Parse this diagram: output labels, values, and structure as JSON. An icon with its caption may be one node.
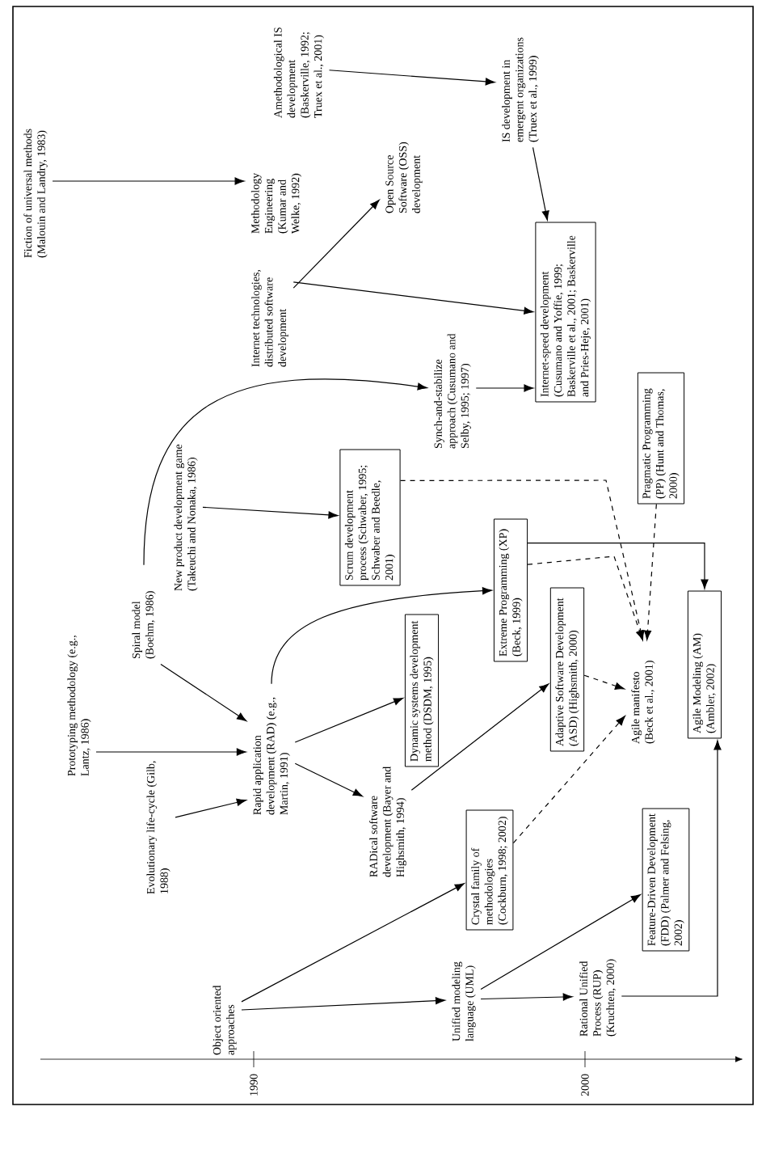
{
  "diagram": {
    "nodes": [
      {
        "text": [
          "Fiction of universal methods (Malouin and Landry, 1983)"
        ]
      },
      {
        "text": [
          "Methodology Engineering (Kumar and Welke, 1992)"
        ]
      },
      {
        "text": [
          "Amethodological IS development (Baskerville, 1992; Truex et al., 2001)"
        ]
      },
      {
        "text": [
          "IS development in emergent organizations (Truex et al., 1999)"
        ]
      },
      {
        "text": [
          "Internet technologies, distributed software development"
        ]
      },
      {
        "text": [
          "Open Source Software (OSS) development"
        ]
      },
      {
        "text": [
          "Internet-speed development (Cusumano and Yoffie, 1999; Baskerville et al., 2001; Baskerville and Pries-Heje, 2001)"
        ]
      },
      {
        "text": [
          "Synch-and-stabilize approach (Cusumano and Selby, 1995; 1997)"
        ]
      },
      {
        "text": [
          "Prototyping methodology (e.g., Lantz, 1986)"
        ]
      },
      {
        "text": [
          "Spiral model (Boehm, 1986)"
        ]
      },
      {
        "text": [
          "New product development game (Takeuchi and Nonaka, 1986)"
        ]
      },
      {
        "text": [
          "Evolutionary life-cycle (Gilb, 1988)"
        ]
      },
      {
        "text": [
          "Rapid application development (RAD) (e.g., Martin, 1991)"
        ]
      },
      {
        "text": [
          "Scrum development process (Schwaber, 1995; Schwaber and Beedle, 2001)"
        ]
      },
      {
        "text": [
          "Dynamic systems development method (DSDM, 1995)"
        ]
      },
      {
        "text": [
          "RADical software development (Bayer and Highsmith, 1994)"
        ]
      },
      {
        "text": [
          "Extreme Programming (XP) (Beck, 1999)"
        ]
      },
      {
        "text": [
          "Pragmatic Programming (PP) (Hunt and Thomas, 2000)"
        ]
      },
      {
        "text": [
          "Adaptive Software Development (ASD) (Highsmith, 2000)"
        ]
      },
      {
        "text": [
          "Agile manifesto (Beck et al., 2001)"
        ]
      },
      {
        "text": [
          "Object oriented approaches"
        ]
      },
      {
        "text": [
          "Unified modeling language (UML)"
        ]
      },
      {
        "text": [
          "Crystal family of methodologies (Cockburn, 1998; 2002)"
        ]
      },
      {
        "text": [
          "Rational Unified Process (RUP) (Kruchten, 2000)"
        ]
      },
      {
        "text": [
          "Feature-Driven Development (FDD) (Palmer and Felsing, 2002)"
        ]
      },
      {
        "text": [
          "Agile Modeling (AM) (Ambler, 2002)"
        ]
      }
    ],
    "edges": [
      {
        "from": 0,
        "to": 1,
        "arrow": "to"
      },
      {
        "from": 2,
        "to": 3,
        "arrow": "to"
      },
      {
        "from": 3,
        "to": 6,
        "arrow": "to"
      },
      {
        "from": 4,
        "to": 5,
        "arrow": "to"
      },
      {
        "from": 4,
        "to": 6,
        "arrow": "to"
      },
      {
        "from": 7,
        "to": 6,
        "arrow": "to"
      },
      {
        "from": 8,
        "to": 12,
        "arrow": "to"
      },
      {
        "from": 9,
        "to": 12,
        "arrow": "to"
      },
      {
        "from": 11,
        "to": 12,
        "arrow": "to"
      },
      {
        "from": 9,
        "to": 7,
        "arrow": "to"
      },
      {
        "from": 10,
        "to": 13,
        "arrow": "to"
      },
      {
        "from": 12,
        "to": 14,
        "arrow": "to"
      },
      {
        "from": 12,
        "to": 15,
        "arrow": "to"
      },
      {
        "from": 12,
        "to": 16,
        "arrow": "to"
      },
      {
        "from": 13,
        "to": 19,
        "arrow": "to",
        "style": "dashed"
      },
      {
        "from": 16,
        "to": 19,
        "arrow": "to",
        "style": "dashed"
      },
      {
        "from": 17,
        "to": 19,
        "arrow": "to",
        "style": "dashed"
      },
      {
        "from": 18,
        "to": 19,
        "arrow": "to",
        "style": "dashed"
      },
      {
        "from": 16,
        "to": 25,
        "arrow": "to"
      },
      {
        "from": 15,
        "to": 18,
        "arrow": "to"
      },
      {
        "from": 20,
        "to": 21,
        "arrow": "to"
      },
      {
        "from": 20,
        "to": 22,
        "arrow": "to"
      },
      {
        "from": 21,
        "to": 23,
        "arrow": "to"
      },
      {
        "from": 21,
        "to": 24,
        "arrow": "to"
      },
      {
        "from": 22,
        "to": 19,
        "arrow": "to",
        "style": "dashed"
      },
      {
        "from": 23,
        "to": 25,
        "arrow": "to"
      }
    ],
    "labels": [
      "1990",
      "2000"
    ]
  }
}
